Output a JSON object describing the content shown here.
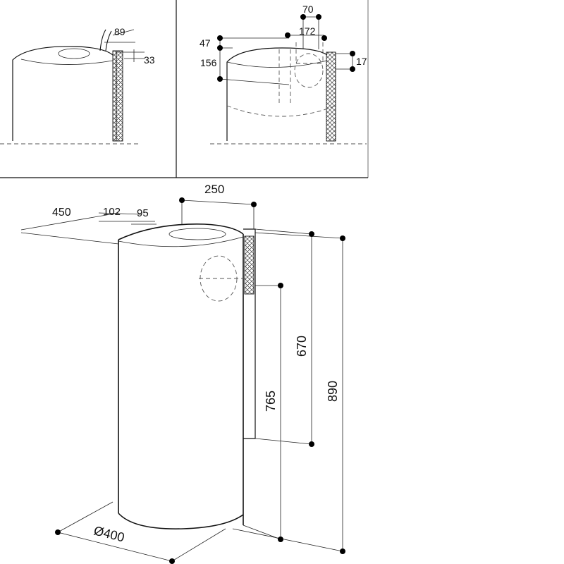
{
  "colors": {
    "line": "#111111",
    "background": "#ffffff",
    "hatch": "#444444"
  },
  "top_left_view": {
    "dimensions": {
      "pipe_offset": "89",
      "side_depth": "33"
    }
  },
  "top_right_view": {
    "dimensions": {
      "width_top": "70",
      "width_outlet": "172",
      "height_a": "47",
      "height_b": "156",
      "side": "17"
    }
  },
  "main_view": {
    "dimensions": {
      "top_width": "250",
      "reach": "450",
      "offset_a": "102",
      "offset_b": "95",
      "height_670": "670",
      "height_765": "765",
      "height_890": "890",
      "diameter": "Ø400"
    }
  }
}
